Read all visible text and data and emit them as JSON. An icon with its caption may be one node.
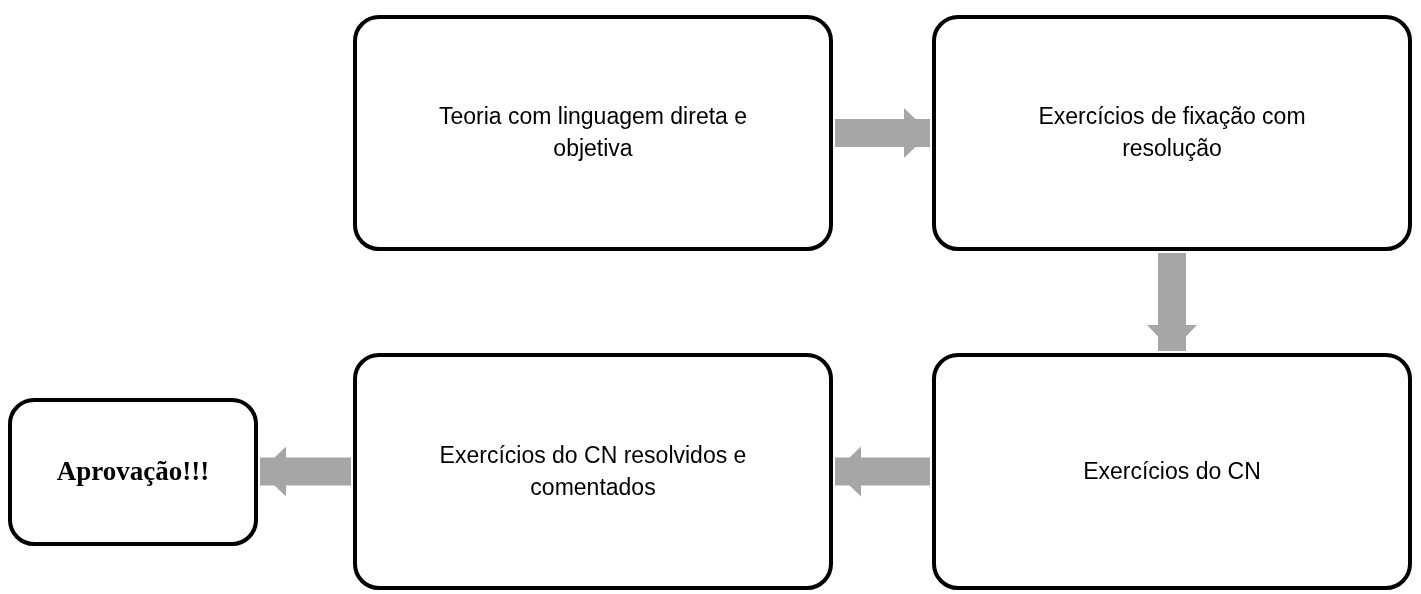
{
  "diagram": {
    "nodes": [
      {
        "text": [
          "Teoria com linguagem direta e objetiva"
        ]
      },
      {
        "text": [
          "Exercícios de fixação com resolução"
        ]
      },
      {
        "text": [
          "Exercícios do CN"
        ]
      },
      {
        "text": [
          "Exercícios do CN resolvidos e comentados"
        ]
      },
      {
        "text": [
          "Aprovação!!!"
        ]
      }
    ],
    "edges": [
      {
        "from": 0,
        "to": 1,
        "arrow": "to"
      },
      {
        "from": 1,
        "to": 2,
        "arrow": "to"
      },
      {
        "from": 2,
        "to": 3,
        "arrow": "to"
      },
      {
        "from": 3,
        "to": 4,
        "arrow": "to"
      }
    ]
  }
}
